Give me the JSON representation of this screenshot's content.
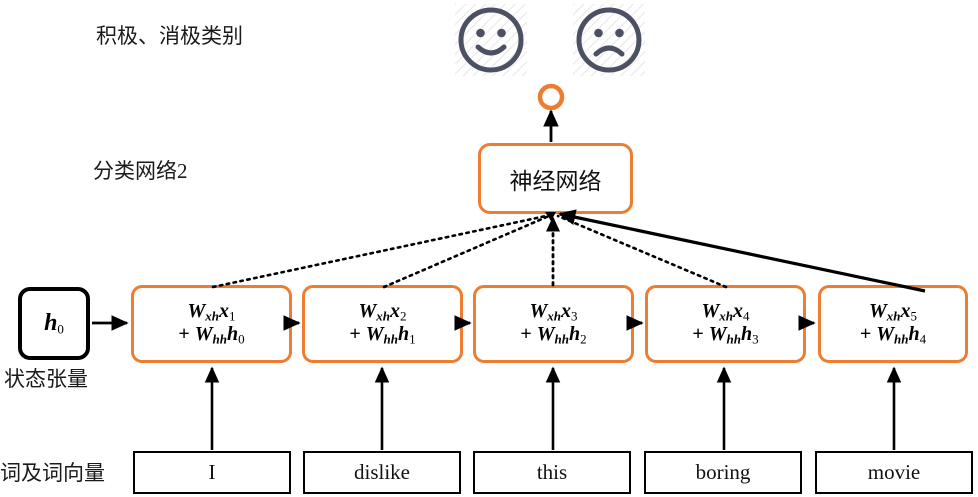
{
  "diagram": {
    "title_labels": {
      "classes": "积极、消极类别",
      "classifier": "分类网络2",
      "state_tensor": "状态张量",
      "word_vectors": "词及词向量"
    },
    "colors": {
      "accent_orange": "#ED7D31",
      "face_gray": "#4C5063",
      "line_black": "#000000"
    },
    "output_node": {
      "name": "output-circle",
      "shape": "circle"
    },
    "faces": [
      {
        "name": "smiley-face-icon",
        "mood": "happy"
      },
      {
        "name": "frowny-face-icon",
        "mood": "sad"
      }
    ],
    "neural_network_box": {
      "label": "神经网络"
    },
    "initial_state": {
      "label_main": "h",
      "label_sub": "0"
    },
    "cells": [
      {
        "id": "cell-1",
        "line1": {
          "w": "W",
          "w_sub": "xh",
          "x": "x",
          "x_sub": "1"
        },
        "line2": {
          "plus": "+",
          "w": "W",
          "w_sub": "hh",
          "h": "h",
          "h_sub": "0"
        },
        "connector": "dotted"
      },
      {
        "id": "cell-2",
        "line1": {
          "w": "W",
          "w_sub": "xh",
          "x": "x",
          "x_sub": "2"
        },
        "line2": {
          "plus": "+",
          "w": "W",
          "w_sub": "hh",
          "h": "h",
          "h_sub": "1"
        },
        "connector": "dotted"
      },
      {
        "id": "cell-3",
        "line1": {
          "w": "W",
          "w_sub": "xh",
          "x": "x",
          "x_sub": "3"
        },
        "line2": {
          "plus": "+",
          "w": "W",
          "w_sub": "hh",
          "h": "h",
          "h_sub": "2"
        },
        "connector": "dotted"
      },
      {
        "id": "cell-4",
        "line1": {
          "w": "W",
          "w_sub": "xh",
          "x": "x",
          "x_sub": "4"
        },
        "line2": {
          "plus": "+",
          "w": "W",
          "w_sub": "hh",
          "h": "h",
          "h_sub": "3"
        },
        "connector": "dotted"
      },
      {
        "id": "cell-5",
        "line1": {
          "w": "W",
          "w_sub": "xh",
          "x": "x",
          "x_sub": "5"
        },
        "line2": {
          "plus": "+",
          "w": "W",
          "w_sub": "hh",
          "h": "h",
          "h_sub": "4"
        },
        "connector": "solid"
      }
    ],
    "words": [
      {
        "id": "word-1",
        "text": "I"
      },
      {
        "id": "word-2",
        "text": "dislike"
      },
      {
        "id": "word-3",
        "text": "this"
      },
      {
        "id": "word-4",
        "text": "boring"
      },
      {
        "id": "word-5",
        "text": "movie"
      }
    ]
  }
}
